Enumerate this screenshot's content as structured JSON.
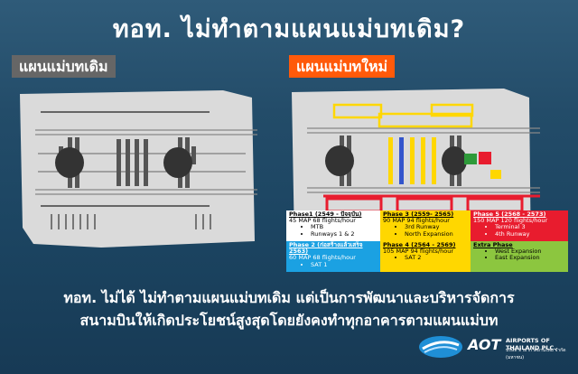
{
  "title": "ทอท. ไม่ทำตามแผนแม่บทเดิม?",
  "old_plan_label": "แผนแม่บทเดิม",
  "new_plan_label": "แผนแม่บทใหม่",
  "legend": {
    "phase1": {
      "title": "Phase1 (2549 - ปัจจุบัน)",
      "line": "45 MAP 68 flights/hour",
      "items": [
        "MTB",
        "Runways 1 & 2"
      ]
    },
    "phase2": {
      "title": "Phase 2 (ก่อสร้างแล้วเสร็จ 2563)",
      "line": "60 MAP 68 flights/hour",
      "items": [
        "SAT 1"
      ]
    },
    "phase3": {
      "title": "Phase 3 (2559- 2565)",
      "line": "90 MAP 94 flights/hour",
      "items": [
        "3rd Runway",
        "North Expansion"
      ]
    },
    "phase4": {
      "title": "Phase 4 (2564 - 2569)",
      "line": "105 MAP 94 flights/hour",
      "items": [
        "SAT 2"
      ]
    },
    "phase5": {
      "title": "Phase 5 (2568 - 2573)",
      "line": "150 MAP 120 flights/hour",
      "items": [
        "Terminal 3",
        "4th Runway"
      ]
    },
    "extra": {
      "title": "Extra Phase",
      "items": [
        "West Expansion",
        "East Expansion"
      ]
    }
  },
  "caption_line1": "ทอท. ไม่ได้ ไม่ทำตามแผนแม่บทเดิม แต่เป็นการพัฒนาและบริหารจัดการ",
  "caption_line2": "สนามบินให้เกิดประโยชน์สูงสุดโดยยังคงทำทุกอาคารตามแผนแม่บท",
  "brand": {
    "logo_text": "AOT",
    "company_en": "AIRPORTS OF THAILAND PLC.",
    "company_th": "บริษัท ท่าอากาศยานไทย จำกัด (มหาชน)"
  },
  "colors": {
    "orange": "#ff5a0a",
    "phase2_blue": "#1ba1e2",
    "phase3_yellow": "#ffd700",
    "phase5_red": "#e81c2e",
    "extra_green": "#8cc63f"
  }
}
